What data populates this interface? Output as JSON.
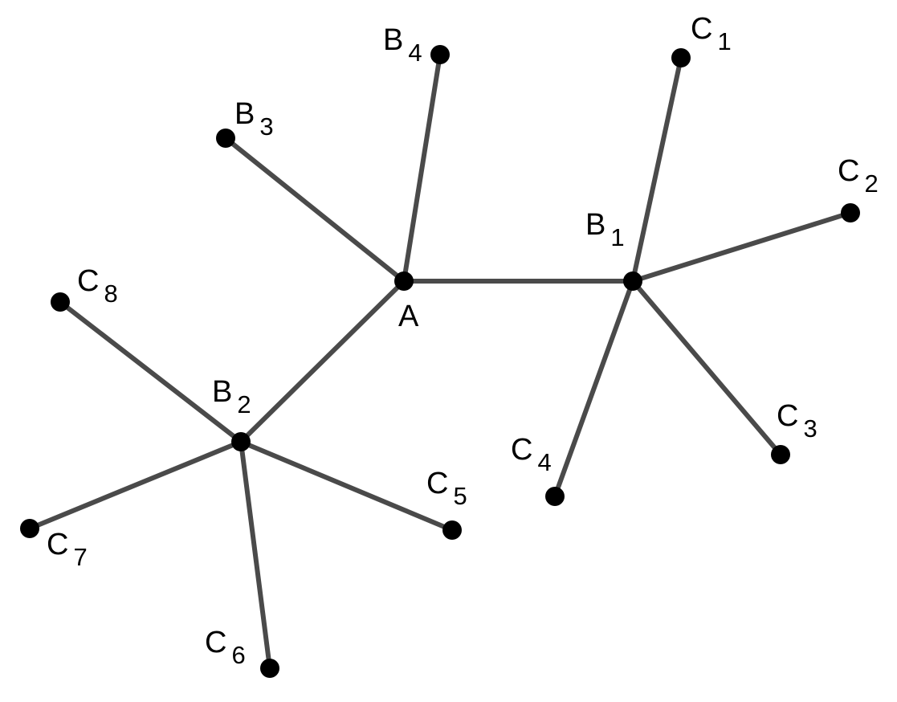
{
  "diagram": {
    "nodes": [
      {
        "id": "A",
        "label": "A",
        "sub": ""
      },
      {
        "id": "B1",
        "label": "B",
        "sub": "1"
      },
      {
        "id": "B2",
        "label": "B",
        "sub": "2"
      },
      {
        "id": "B3",
        "label": "B",
        "sub": "3"
      },
      {
        "id": "B4",
        "label": "B",
        "sub": "4"
      },
      {
        "id": "C1",
        "label": "C",
        "sub": "1"
      },
      {
        "id": "C2",
        "label": "C",
        "sub": "2"
      },
      {
        "id": "C3",
        "label": "C",
        "sub": "3"
      },
      {
        "id": "C4",
        "label": "C",
        "sub": "4"
      },
      {
        "id": "C5",
        "label": "C",
        "sub": "5"
      },
      {
        "id": "C6",
        "label": "C",
        "sub": "6"
      },
      {
        "id": "C7",
        "label": "C",
        "sub": "7"
      },
      {
        "id": "C8",
        "label": "C",
        "sub": "8"
      }
    ],
    "edges": [
      [
        "A",
        "B1"
      ],
      [
        "A",
        "B2"
      ],
      [
        "A",
        "B3"
      ],
      [
        "A",
        "B4"
      ],
      [
        "B1",
        "C1"
      ],
      [
        "B1",
        "C2"
      ],
      [
        "B1",
        "C3"
      ],
      [
        "B1",
        "C4"
      ],
      [
        "B2",
        "C5"
      ],
      [
        "B2",
        "C6"
      ],
      [
        "B2",
        "C7"
      ],
      [
        "B2",
        "C8"
      ]
    ],
    "colors": {
      "edge": "#4a4a4a",
      "node": "#000000",
      "label": "#000000"
    }
  }
}
